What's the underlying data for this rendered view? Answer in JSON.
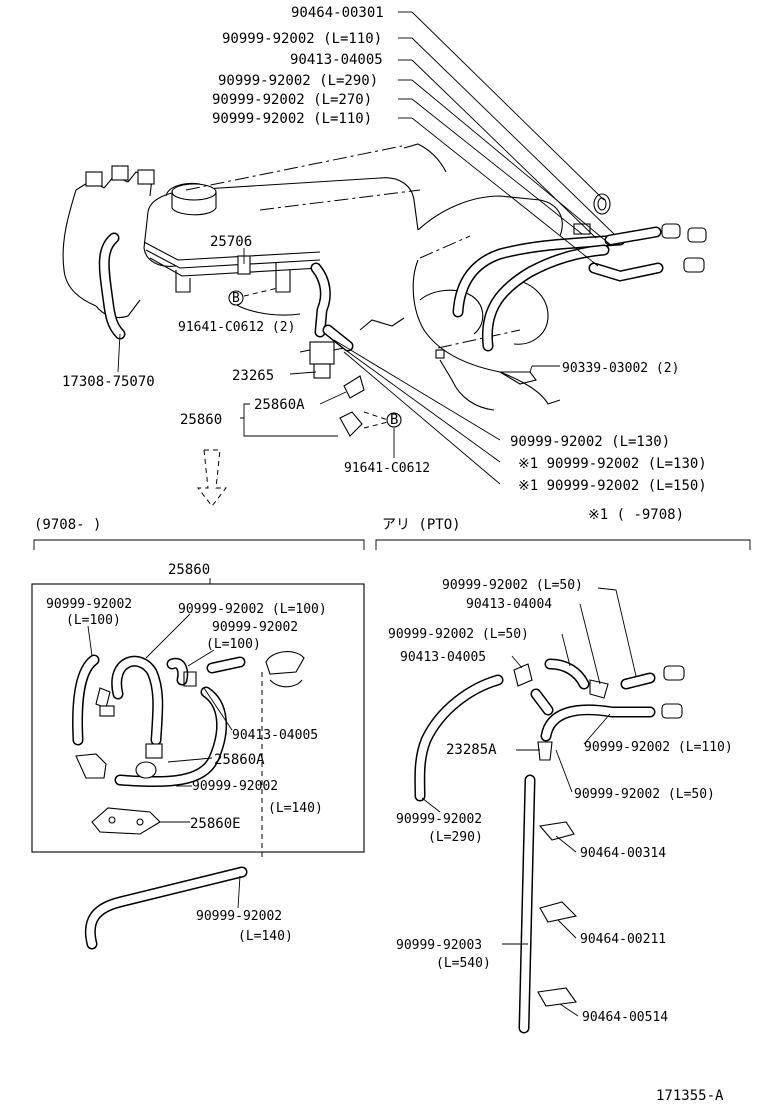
{
  "labels": {
    "p90464_00301": "90464-00301",
    "p90999_L110a": "90999-92002 (L=110)",
    "p90413_04005a": "90413-04005",
    "p90999_L290a": "90999-92002 (L=290)",
    "p90999_L270": "90999-92002 (L=270)",
    "p90999_L110b": "90999-92002 (L=110)",
    "p25706": "25706",
    "p91641_2": "91641-C0612 (2)",
    "p17308": "17308-75070",
    "p23265": "23265",
    "p25860A_top": "25860A",
    "p25860_top": "25860",
    "p91641": "91641-C0612",
    "p90339": "90339-03002 (2)",
    "p90999_L130": "90999-92002 (L=130)",
    "p90999_L130_m": "※1 90999-92002 (L=130)",
    "p90999_L150_m": "※1 90999-92002 (L=150)",
    "sec_left": "(9708-        )",
    "sec_right": "アリ (PTO)",
    "sec_note": "※1 (        -9708)",
    "b_25860": "25860",
    "b_90999": "90999-92002",
    "b_L100a": "(L=100)",
    "b_90999_L100": "90999-92002 (L=100)",
    "b_90999_b": "90999-92002",
    "b_L100b": "(L=100)",
    "b_90413": "90413-04005",
    "b_25860A": "25860A",
    "b_90999_c": "90999-92002",
    "b_L140": "(L=140)",
    "b_25860E": "25860E",
    "b_90999_d": "90999-92002",
    "b_L140b": "(L=140)",
    "r_L50a": "90999-92002 (L=50)",
    "r_90413_04004": "90413-04004",
    "r_L50b": "90999-92002 (L=50)",
    "r_90413_04005": "90413-04005",
    "r_23285A": "23285A",
    "r_L110": "90999-92002 (L=110)",
    "r_L50c": "90999-92002 (L=50)",
    "r_90999_e": "90999-92002",
    "r_L290": "(L=290)",
    "r_90464_00314": "90464-00314",
    "r_90999_92003": "90999-92003",
    "r_L540": "(L=540)",
    "r_90464_00211": "90464-00211",
    "r_90464_00514": "90464-00514",
    "bolt_mark": "B",
    "figure_id": "171355-A"
  }
}
